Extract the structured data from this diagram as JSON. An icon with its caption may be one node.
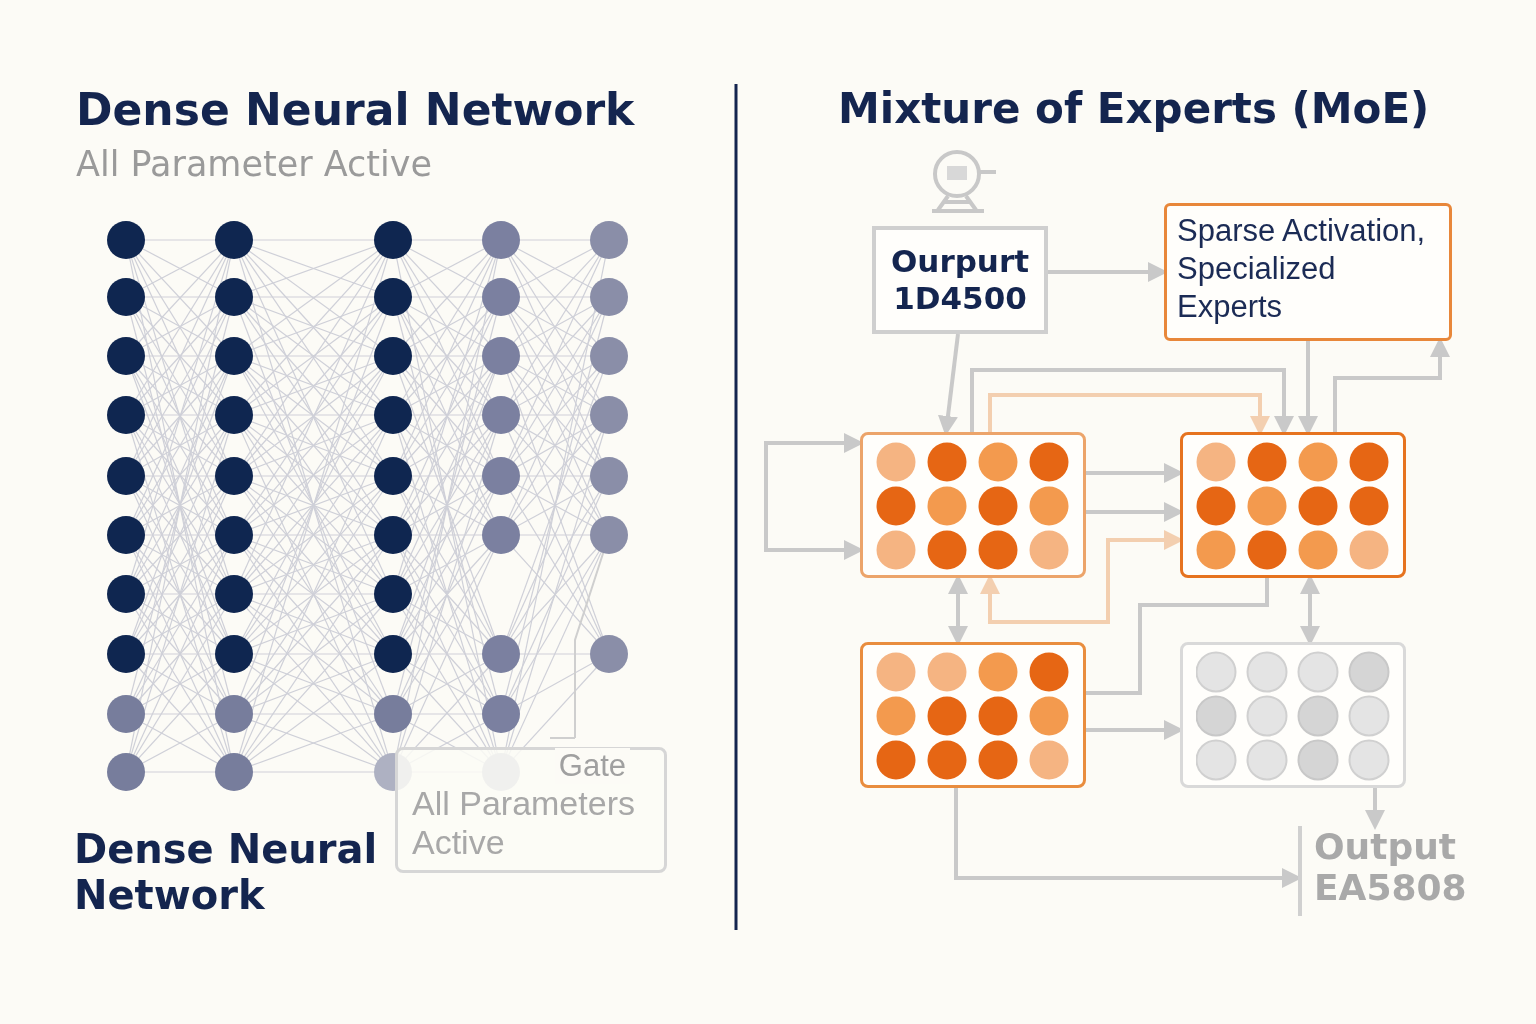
{
  "diagram": {
    "nodes": [
      {
        "text": [
          "Ourpurt 1D4500"
        ]
      },
      {
        "text": [
          "Sparse Activation, Specialized Experts"
        ]
      },
      {
        "text": [],
        "shape": "box"
      },
      {
        "text": [],
        "shape": "box"
      },
      {
        "text": [],
        "shape": "box"
      },
      {
        "text": [],
        "shape": "box"
      },
      {
        "text": [
          "Output EA5808"
        ]
      },
      {
        "text": [
          "Gate",
          "All Parameters Active"
        ]
      }
    ],
    "edges": [
      {
        "from": 0,
        "to": 1,
        "arrow": "to"
      },
      {
        "from": 0,
        "to": 2,
        "arrow": "to"
      },
      {
        "from": 2,
        "to": 3,
        "arrow": "to"
      },
      {
        "from": 2,
        "to": 3,
        "arrow": "to",
        "color": "#f3cfb0"
      },
      {
        "from": 1,
        "to": 3,
        "arrow": "to"
      },
      {
        "from": 3,
        "to": 1,
        "arrow": "to"
      },
      {
        "from": 2,
        "to": 2,
        "arrow": "both"
      },
      {
        "from": 2,
        "to": 3,
        "arrow": "to"
      },
      {
        "from": 2,
        "to": 3,
        "arrow": "to"
      },
      {
        "from": 2,
        "to": 3,
        "arrow": "both",
        "color": "#f3cfb0"
      },
      {
        "from": 2,
        "to": 4,
        "arrow": "both"
      },
      {
        "from": 4,
        "to": 3,
        "arrow": "none"
      },
      {
        "from": 4,
        "to": 5,
        "arrow": "to"
      },
      {
        "from": 3,
        "to": 5,
        "arrow": "both"
      },
      {
        "from": 4,
        "to": 6,
        "arrow": "to"
      },
      {
        "from": 5,
        "to": 6,
        "arrow": "to"
      }
    ],
    "labels": [
      "Dense Neural Network",
      "All Parameter Active",
      "Mixture of Experts (MoE)",
      "Dense Neural Network"
    ]
  }
}
